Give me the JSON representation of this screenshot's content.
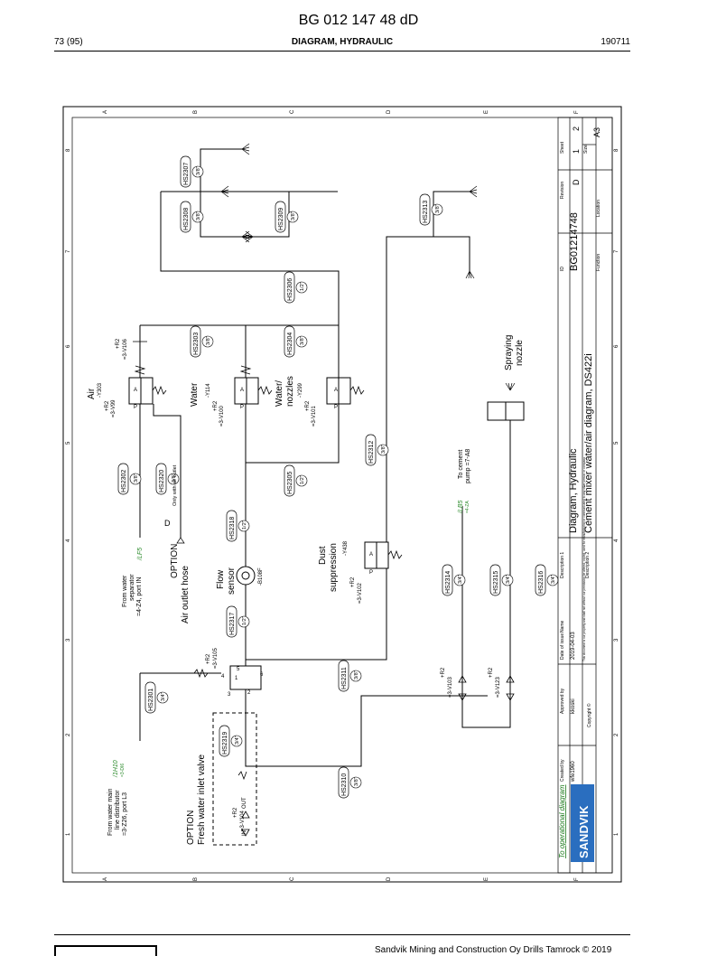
{
  "header": {
    "doc_code": "BG 012 147 48 dD",
    "page": "73 (95)",
    "section": "DIAGRAM, HYDRAULIC",
    "date": "190711"
  },
  "footer": {
    "copyright": "Sandvik Mining and Construction Oy Drills Tamrock © 2019"
  },
  "frame": {
    "rows": [
      "A",
      "B",
      "C",
      "D",
      "E",
      "F"
    ],
    "cols": [
      "1",
      "2",
      "3",
      "4",
      "5",
      "6",
      "7",
      "8"
    ]
  },
  "hoses": [
    {
      "id": "HS2307",
      "size": "3/8\""
    },
    {
      "id": "HS2308",
      "size": "3/8\""
    },
    {
      "id": "HS2309",
      "size": "3/8\""
    },
    {
      "id": "HS2313",
      "size": "3/8\""
    },
    {
      "id": "HS2306",
      "size": "1/2\""
    },
    {
      "id": "HS2303",
      "size": "3/8\""
    },
    {
      "id": "HS2304",
      "size": "3/8\""
    },
    {
      "id": "HS2302",
      "size": "3/8\""
    },
    {
      "id": "HS2320",
      "size": "3/8\""
    },
    {
      "id": "HS2305",
      "size": "1/2\""
    },
    {
      "id": "HS2312",
      "size": "3/8\""
    },
    {
      "id": "HS2318",
      "size": "1/2\""
    },
    {
      "id": "HS2317",
      "size": "1/2\""
    },
    {
      "id": "HS2314",
      "size": "3/4\""
    },
    {
      "id": "HS2315",
      "size": "3/4\""
    },
    {
      "id": "HS2316",
      "size": "3/4\""
    },
    {
      "id": "HS2301",
      "size": "3/4\""
    },
    {
      "id": "HS2311",
      "size": "3/8\""
    },
    {
      "id": "HS2319",
      "size": "3/4\""
    },
    {
      "id": "HS2310",
      "size": "3/8\""
    }
  ],
  "valves": {
    "air": {
      "name": "Air",
      "code": "-Y303",
      "loc1": "+R2",
      "loc2": "=3-V99"
    },
    "water": {
      "name": "Water",
      "code": "-Y114",
      "loc1": "+R2",
      "loc2": "=3-V100"
    },
    "water_nozzles": {
      "name": "Water/",
      "name2": "nozzles",
      "code": "-Y299",
      "loc1": "+R2",
      "loc2": "=3-V101"
    },
    "dust": {
      "name": "Dust",
      "name2": "suppression",
      "code": "-Y438",
      "loc1": "+R2",
      "loc2": "=3-V102"
    },
    "v106": {
      "loc1": "+R2",
      "loc2": "=3-V106"
    },
    "v105": {
      "loc1": "+R2",
      "loc2": "=3-V105"
    },
    "v103": {
      "loc1": "+R2",
      "loc2": "=3-V103"
    },
    "v123": {
      "loc1": "+R2",
      "loc2": "=3-V123"
    },
    "v104": {
      "loc1": "+R2",
      "loc2": "=3-V104"
    }
  },
  "port_letters": {
    "A": "A",
    "P": "P"
  },
  "labels": {
    "spraying_1": "Spraying",
    "spraying_2": "nozzle",
    "flow_1": "Flow",
    "flow_2": "sensor",
    "flow_code": "-B108F",
    "only_air": "Only with air outlet",
    "option_1": "OPTION",
    "air_outlet": "Air outlet hose",
    "d_mark": "D",
    "from_sep_1": "From water",
    "from_sep_2": "separator",
    "from_sep_3": "=4-Z4, port IN",
    "from_sep_ref": "/LF5",
    "to_cement_1": "To cement",
    "to_cement_2": "pump =7-A8",
    "to_cement_ref": "/LB5",
    "to_cement_sub": "=4-ZA",
    "from_main_1": "From water main",
    "from_main_2": "line distributor",
    "from_main_3": "=3-Z26, port L3",
    "from_main_ref": "/1H10",
    "from_main_sub": "=3-DI6",
    "option_2": "OPTION",
    "fresh": "Fresh water inlet valve",
    "in": "IN",
    "out": "OUT",
    "ports": [
      "1",
      "2",
      "3",
      "4",
      "5",
      "6"
    ]
  },
  "title_block": {
    "name_label": "Name",
    "desc1_label": "Description 1",
    "desc2_label": "Description 2",
    "name": "Diagram, Hydraulic",
    "description": "Cement mixer water/air diagram, DS422i",
    "id_label": "ID",
    "id": "BG01214748",
    "revision_label": "Revision",
    "revision": "D",
    "sheet_label": "Sheet",
    "sheet": "1",
    "sheets": "2",
    "size_label": "Size",
    "size": "A3",
    "function_label": "Function",
    "location_label": "Location",
    "created_label": "Created by",
    "created": "wfe1960",
    "approved_label": "Approved by",
    "approved": "kkoski",
    "issue_label": "Date of issue",
    "issue": "2019-04-03",
    "copyright": "Copyright ©",
    "notice": "This document is our property and shall not without our permission be altered, copied, used for manufacturing or communicated to any other person or company.",
    "logo": "SANDVIK",
    "link": "To operational diagram"
  },
  "colors": {
    "line": "#000000",
    "ref": "#2a8a2a",
    "logo": "#2a6ebf",
    "link": "#1a7a1a"
  }
}
